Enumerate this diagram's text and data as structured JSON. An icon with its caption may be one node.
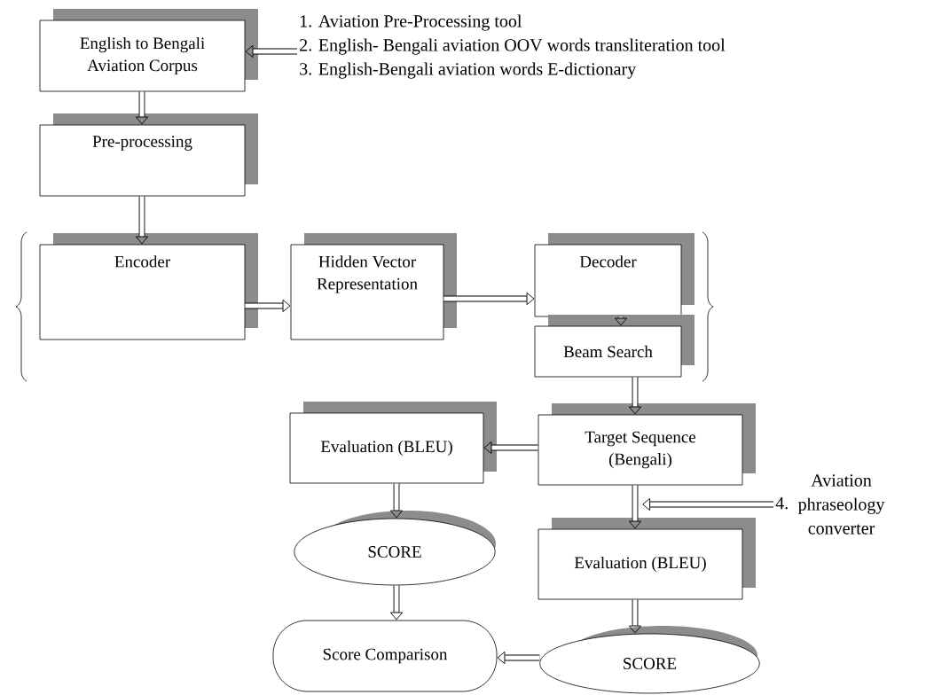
{
  "diagram": {
    "nodes": [
      {
        "text": [
          "English to Bengali Aviation Corpus"
        ]
      },
      {
        "text": [
          "1. Aviation Pre-Processing tool",
          "2. English- Bengali aviation OOV words transliteration tool",
          "3. English-Bengali aviation words E-dictionary"
        ]
      },
      {
        "text": [
          "Pre-processing"
        ]
      },
      {
        "text": [
          "Encoder"
        ]
      },
      {
        "text": [
          "Hidden Vector Representation"
        ]
      },
      {
        "text": [
          "Decoder"
        ]
      },
      {
        "text": [
          "Beam Search"
        ]
      },
      {
        "text": [
          "Target Sequence (Bengali)"
        ]
      },
      {
        "text": [
          "Evaluation (BLEU)"
        ]
      },
      {
        "text": [
          "4.",
          "Aviation phraseology converter"
        ]
      },
      {
        "text": [
          "Evaluation (BLEU)"
        ]
      },
      {
        "text": [
          "SCORE"
        ]
      },
      {
        "text": [
          "SCORE"
        ]
      },
      {
        "text": [
          "Score Comparison"
        ]
      }
    ],
    "edges": [
      {
        "from": 1,
        "to": 0,
        "arrow": "to"
      },
      {
        "from": 0,
        "to": 2,
        "arrow": "to"
      },
      {
        "from": 2,
        "to": 3,
        "arrow": "to"
      },
      {
        "from": 3,
        "to": 4,
        "arrow": "to"
      },
      {
        "from": 4,
        "to": 5,
        "arrow": "to"
      },
      {
        "from": 5,
        "to": 6,
        "arrow": "to"
      },
      {
        "from": 6,
        "to": 7,
        "arrow": "to"
      },
      {
        "from": 7,
        "to": 8,
        "arrow": "to"
      },
      {
        "from": 7,
        "to": 10,
        "arrow": "to"
      },
      {
        "from": 9,
        "to": 10,
        "arrow": "to"
      },
      {
        "from": 8,
        "to": 11,
        "arrow": "to"
      },
      {
        "from": 10,
        "to": 12,
        "arrow": "to"
      },
      {
        "from": 11,
        "to": 13,
        "arrow": "to"
      },
      {
        "from": 12,
        "to": 13,
        "arrow": "to"
      }
    ]
  }
}
